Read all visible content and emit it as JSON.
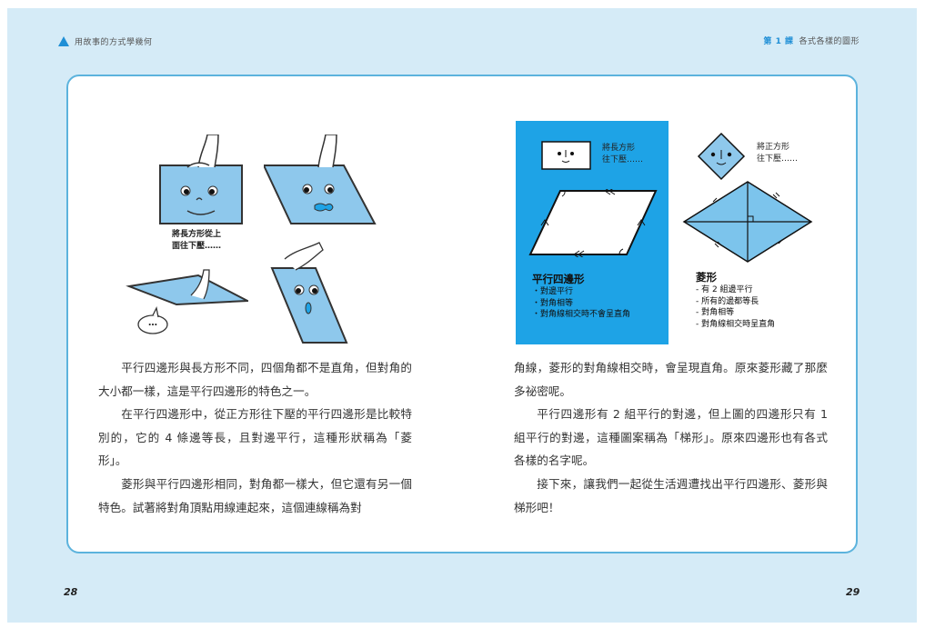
{
  "header": {
    "book_title": "用故事的方式學幾何",
    "lesson_label": "第",
    "lesson_number": "1",
    "lesson_unit": "課",
    "lesson_title": "各式各樣的圖形"
  },
  "left_page": {
    "page_number": "28",
    "illustration": {
      "caption_line1": "將長方形從上",
      "caption_line2": "面往下壓……",
      "speech_bubble": "…"
    },
    "paragraphs": [
      "平行四邊形與長方形不同，四個角都不是直角，但對角的大小都一樣，這是平行四邊形的特色之一。",
      "在平行四邊形中，從正方形往下壓的平行四邊形是比較特別的，它的 4 條邊等長，且對邊平行，這種形狀稱為「菱形」。",
      "菱形與平行四邊形相同，對角都一樣大，但它還有另一個特色。試著將對角頂點用線連起來，這個連線稱為對"
    ]
  },
  "right_page": {
    "page_number": "29",
    "parallelogram_box": {
      "caption_line1": "將長方形",
      "caption_line2": "往下壓……",
      "title": "平行四邊形",
      "bullets": [
        "・對邊平行",
        "・對角相等",
        "・對角線相交時不會呈直角"
      ],
      "background_color": "#1ea3e6"
    },
    "rhombus_box": {
      "caption_line1": "將正方形",
      "caption_line2": "往下壓……",
      "title": "菱形",
      "bullets": [
        "- 有 2 組邊平行",
        "- 所有的邊都等長",
        "- 對角相等",
        "- 對角線相交時呈直角"
      ],
      "fill_color": "#7cc4ec"
    },
    "paragraphs": [
      "角線，菱形的對角線相交時，會呈現直角。原來菱形藏了那麼多祕密呢。",
      "平行四邊形有 2 組平行的對邊，但上圖的四邊形只有 1 組平行的對邊，這種圖案稱為「梯形」。原來四邊形也有各式各樣的名字呢。",
      "接下來，讓我們一起從生活週遭找出平行四邊形、菱形與梯形吧！"
    ]
  },
  "colors": {
    "page_background": "#d5ebf7",
    "panel_border": "#5cb3dd",
    "accent": "#1f8fd6"
  }
}
